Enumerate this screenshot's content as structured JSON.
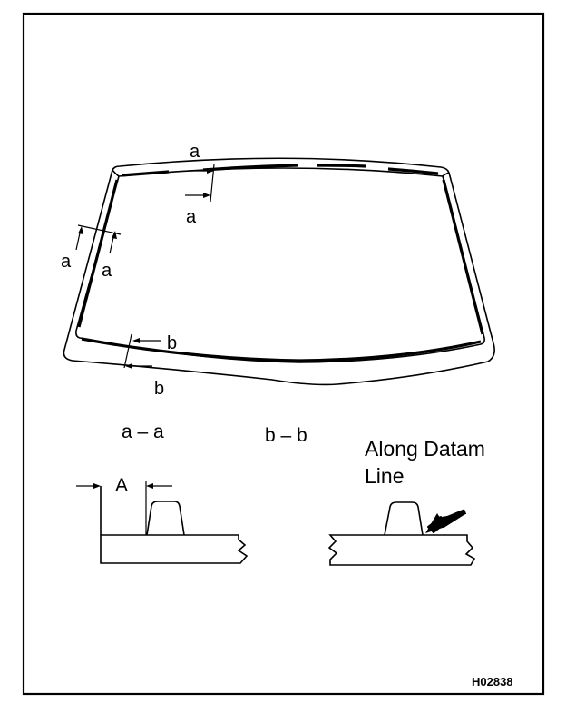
{
  "callouts": {
    "top_a_upper": "a",
    "top_a_lower": "a",
    "left_a_outer": "a",
    "left_a_inner": "a",
    "bottom_b_upper": "b",
    "bottom_b_lower": "b"
  },
  "sections": {
    "aa_title": "a – a",
    "bb_title": "b – b",
    "dimension_label": "A",
    "note_line1": "Along Datam",
    "note_line2": "Line"
  },
  "figure_code": "H02838"
}
